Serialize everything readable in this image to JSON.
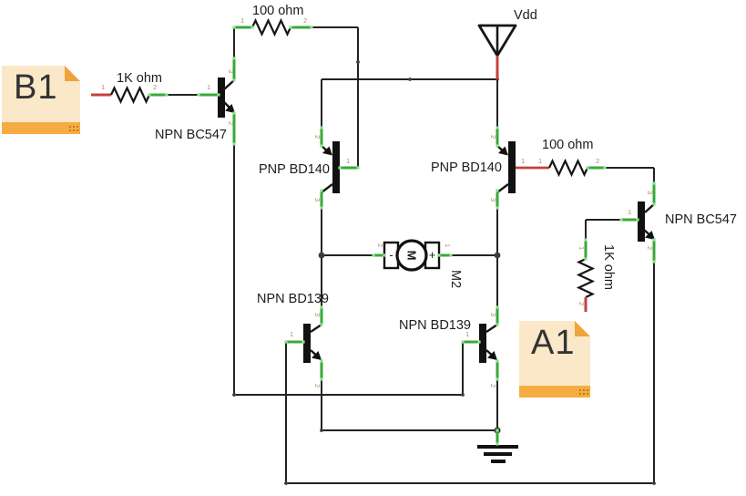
{
  "colors": {
    "background": "#ffffff",
    "wire": "#232323",
    "pin_green": "#3aa83a",
    "pin_green_cap": "#8ce08c",
    "pin_red": "#c5413c",
    "junction": "#3d3d3d",
    "note_fill": "#fbe8c9",
    "note_accent": "#f5ad43",
    "tiny_label": "#a8905f"
  },
  "sticky_notes": {
    "b1": {
      "text": "B1"
    },
    "a1": {
      "text": "A1"
    }
  },
  "power": {
    "vdd": {
      "label": "Vdd"
    }
  },
  "components": {
    "resistor_top": {
      "label": "100 ohm"
    },
    "resistor_left": {
      "label": "1K ohm"
    },
    "resistor_right": {
      "label": "100 ohm"
    },
    "resistor_right_vertical": {
      "label": "1K ohm"
    },
    "transistor_bc547_left": {
      "label": "NPN BC547"
    },
    "transistor_bd140_left": {
      "label": "PNP BD140"
    },
    "transistor_bd140_right": {
      "label": "PNP BD140"
    },
    "transistor_bc547_right": {
      "label": "NPN BC547"
    },
    "transistor_bd139_left": {
      "label": "NPN BD139"
    },
    "transistor_bd139_right": {
      "label": "NPN BD139"
    },
    "motor": {
      "label": "M2",
      "letter": "M",
      "plus": "+",
      "minus": "-"
    }
  },
  "pin_numbers": {
    "one": "1",
    "two": "2",
    "three": "3"
  },
  "pin_label_placements": [
    [
      "1",
      264,
      25,
      0
    ],
    [
      "2",
      333,
      25,
      0
    ],
    [
      "1",
      111,
      98,
      0
    ],
    [
      "2",
      168,
      98,
      0
    ],
    [
      "1",
      227,
      98,
      0
    ],
    [
      "1",
      380,
      179,
      0
    ],
    [
      "1",
      572,
      179,
      0
    ],
    [
      "1",
      591,
      179,
      0
    ],
    [
      "2",
      654,
      179,
      0
    ],
    [
      "1",
      689,
      235,
      0
    ],
    [
      "1",
      318,
      369,
      0
    ],
    [
      "1",
      511,
      369,
      0
    ],
    [
      "3",
      251,
      76,
      90
    ],
    [
      "2",
      251,
      133,
      90
    ],
    [
      "2",
      346,
      148,
      90
    ],
    [
      "3",
      346,
      217,
      90
    ],
    [
      "2",
      539,
      148,
      90
    ],
    [
      "3",
      539,
      217,
      90
    ],
    [
      "3",
      711,
      209,
      90
    ],
    [
      "2",
      711,
      270,
      90
    ],
    [
      "3",
      346,
      343,
      90
    ],
    [
      "2",
      346,
      421,
      90
    ],
    [
      "3",
      539,
      343,
      90
    ],
    [
      "2",
      539,
      421,
      90
    ],
    [
      "2",
      415,
      267,
      90
    ],
    [
      "1",
      489,
      267,
      90
    ],
    [
      "1",
      636,
      270,
      90
    ],
    [
      "2",
      636,
      331,
      90
    ]
  ]
}
